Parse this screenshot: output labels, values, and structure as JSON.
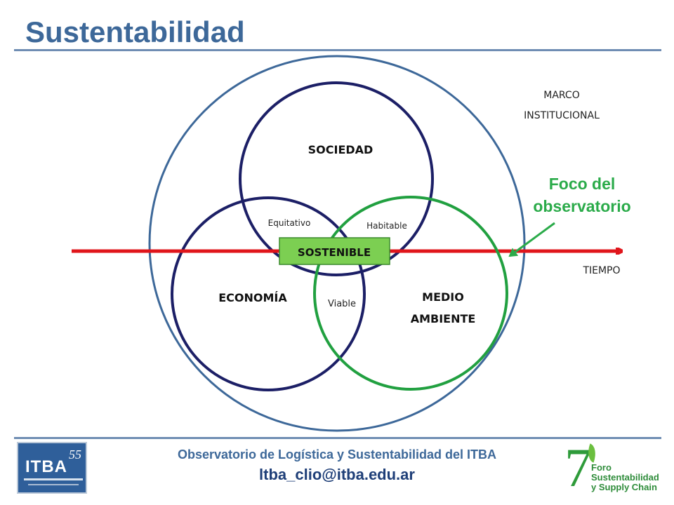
{
  "title": "Sustentabilidad",
  "diagram": {
    "marco": {
      "line1": "MARCO",
      "line2": "INSTITUCIONAL"
    },
    "sociedad": "SOCIEDAD",
    "economia": "ECONOMÍA",
    "medio": {
      "line1": "MEDIO",
      "line2": "AMBIENTE"
    },
    "equitativo": "Equitativo",
    "habitable": "Habitable",
    "viable": "Viable",
    "sostenible": "SOSTENIBLE",
    "tiempo": "TIEMPO",
    "foco": {
      "line1": "Foco del",
      "line2": "observatorio"
    }
  },
  "colors": {
    "title": "#3d6899",
    "outer_circle": "#3d6899",
    "navy_circle": "#1c1f66",
    "green_circle": "#21a040",
    "arrow": "#e0151b",
    "sostenible_fill": "#7ccf52",
    "foco_text": "#2bab4a"
  },
  "footer": {
    "org": "Observatorio de Logística y Sustentabilidad del ITBA",
    "email": "ltba_clio@itba.edu.ar"
  },
  "logos": {
    "itba": {
      "word": "ITBA",
      "num": "55"
    },
    "foro": {
      "digit": "7",
      "line1": "Foro",
      "line2": "Sustentabilidad",
      "line3": "y Supply Chain"
    }
  }
}
